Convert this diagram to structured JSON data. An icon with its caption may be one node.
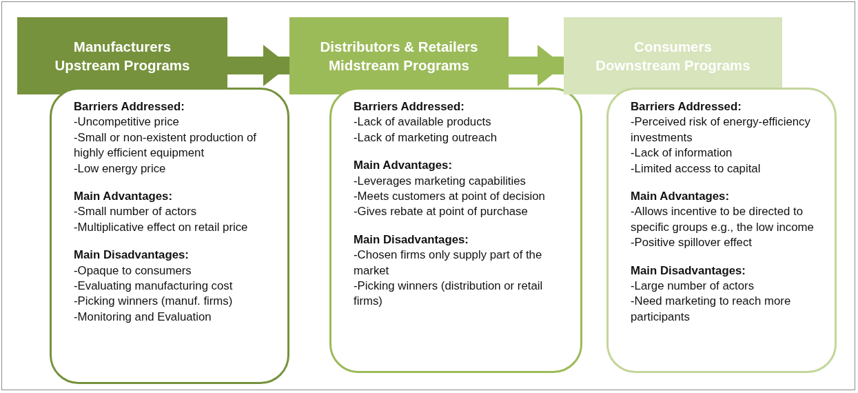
{
  "diagram": {
    "nodes": [
      {
        "text": [
          "Manufacturers",
          "Upstream Programs"
        ]
      },
      {
        "text": [
          "Barriers Addressed:",
          "-Uncompetitive price",
          "-Small or non-existent production of highly efficient equipment",
          "-Low energy price",
          "Main Advantages:",
          "-Small number of actors",
          "-Multiplicative effect on retail price",
          "Main Disadvantages:",
          "-Opaque to consumers",
          "-Evaluating manufacturing cost",
          "-Picking winners (manuf. firms)",
          "-Monitoring and Evaluation"
        ]
      },
      {
        "text": [
          "Distributors & Retailers",
          "Midstream Programs"
        ]
      },
      {
        "text": [
          "Barriers Addressed:",
          "-Lack of available products",
          "-Lack of marketing outreach",
          "Main Advantages:",
          "-Leverages marketing capabilities",
          "-Meets customers at point of decision",
          "-Gives rebate at point of purchase",
          "Main Disadvantages:",
          "-Chosen firms only supply part of the market",
          "-Picking winners (distribution or retail firms)"
        ]
      },
      {
        "text": [
          "Consumers",
          "Downstream Programs"
        ]
      },
      {
        "text": [
          "Barriers Addressed:",
          "-Perceived risk of energy-efficiency investments",
          "-Lack of  information",
          "-Limited access to capital",
          "Main Advantages:",
          "-Allows incentive to be directed to specific groups e.g., the low income",
          "-Positive spillover effect",
          "Main Disadvantages:",
          "-Large number of actors",
          "-Need marketing to reach more participants"
        ]
      }
    ],
    "edges": [
      {
        "from": 0,
        "to": 2,
        "arrow": "to",
        "color": "#76923c"
      },
      {
        "from": 2,
        "to": 4,
        "arrow": "to",
        "color": "#9bbb59"
      }
    ]
  }
}
